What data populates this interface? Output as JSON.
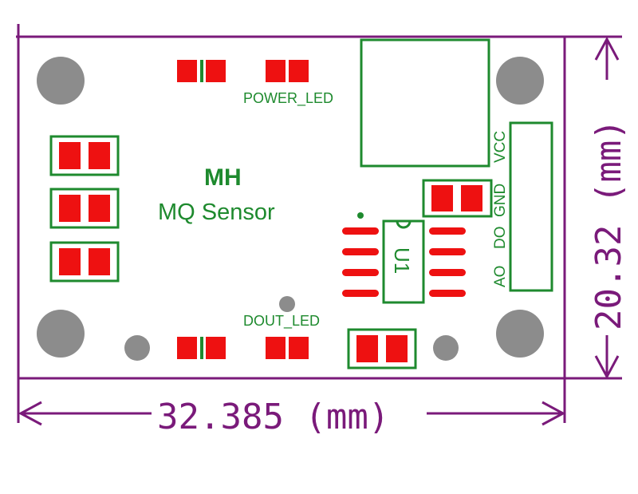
{
  "board": {
    "title": "MH",
    "subtitle": "MQ Sensor",
    "power_led_label": "POWER_LED",
    "dout_led_label": "DOUT_LED",
    "ic_label": "U1",
    "pin_labels": [
      "AO",
      "DO",
      "GND",
      "VCC"
    ]
  },
  "dimensions": {
    "width_text": "32.385 (mm)",
    "height_text": "20.32 (mm)"
  },
  "colors": {
    "outline": "#7a1a7a",
    "silkscreen": "#1e8a2e",
    "pad": "#ee1111",
    "hole": "#8c8c8c"
  }
}
